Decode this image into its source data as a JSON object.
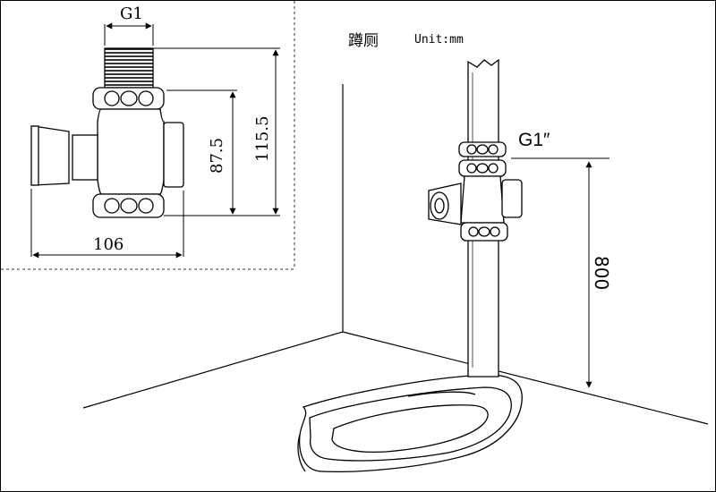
{
  "title": "蹲厕",
  "units_label": "Unit:mm",
  "detail": {
    "thread_label": "G1",
    "width_label": "106",
    "height_inner_label": "87.5",
    "height_outer_label": "115.5"
  },
  "installation": {
    "thread_label": "G1″",
    "mount_height_label": "800"
  }
}
